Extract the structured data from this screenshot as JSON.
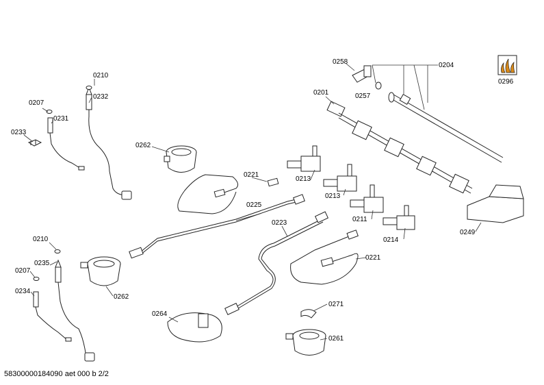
{
  "callouts": [
    {
      "id": "c0210a",
      "text": "0210"
    },
    {
      "id": "c0232",
      "text": "0232"
    },
    {
      "id": "c0207a",
      "text": "0207"
    },
    {
      "id": "c0231",
      "text": "0231"
    },
    {
      "id": "c0233",
      "text": "0233"
    },
    {
      "id": "c0262a",
      "text": "0262"
    },
    {
      "id": "c0221a",
      "text": "0221"
    },
    {
      "id": "c0225",
      "text": "0225"
    },
    {
      "id": "c0223",
      "text": "0223"
    },
    {
      "id": "c0258",
      "text": "0258"
    },
    {
      "id": "c0204",
      "text": "0204"
    },
    {
      "id": "c0257",
      "text": "0257"
    },
    {
      "id": "c0201",
      "text": "0201"
    },
    {
      "id": "c0296",
      "text": "0296"
    },
    {
      "id": "c0213a",
      "text": "0213"
    },
    {
      "id": "c0213b",
      "text": "0213"
    },
    {
      "id": "c0211",
      "text": "0211"
    },
    {
      "id": "c0214",
      "text": "0214"
    },
    {
      "id": "c0249",
      "text": "0249"
    },
    {
      "id": "c0210b",
      "text": "0210"
    },
    {
      "id": "c0235",
      "text": "0235"
    },
    {
      "id": "c0207b",
      "text": "0207"
    },
    {
      "id": "c0234",
      "text": "0234"
    },
    {
      "id": "c0262b",
      "text": "0262"
    },
    {
      "id": "c0221b",
      "text": "0221"
    },
    {
      "id": "c0264",
      "text": "0264"
    },
    {
      "id": "c0271",
      "text": "0271"
    },
    {
      "id": "c0261",
      "text": "0261"
    }
  ],
  "footer": "58300000184090 aet 000 b 2/2",
  "colors": {
    "line": "#222222",
    "flame": "#d98a1a"
  }
}
